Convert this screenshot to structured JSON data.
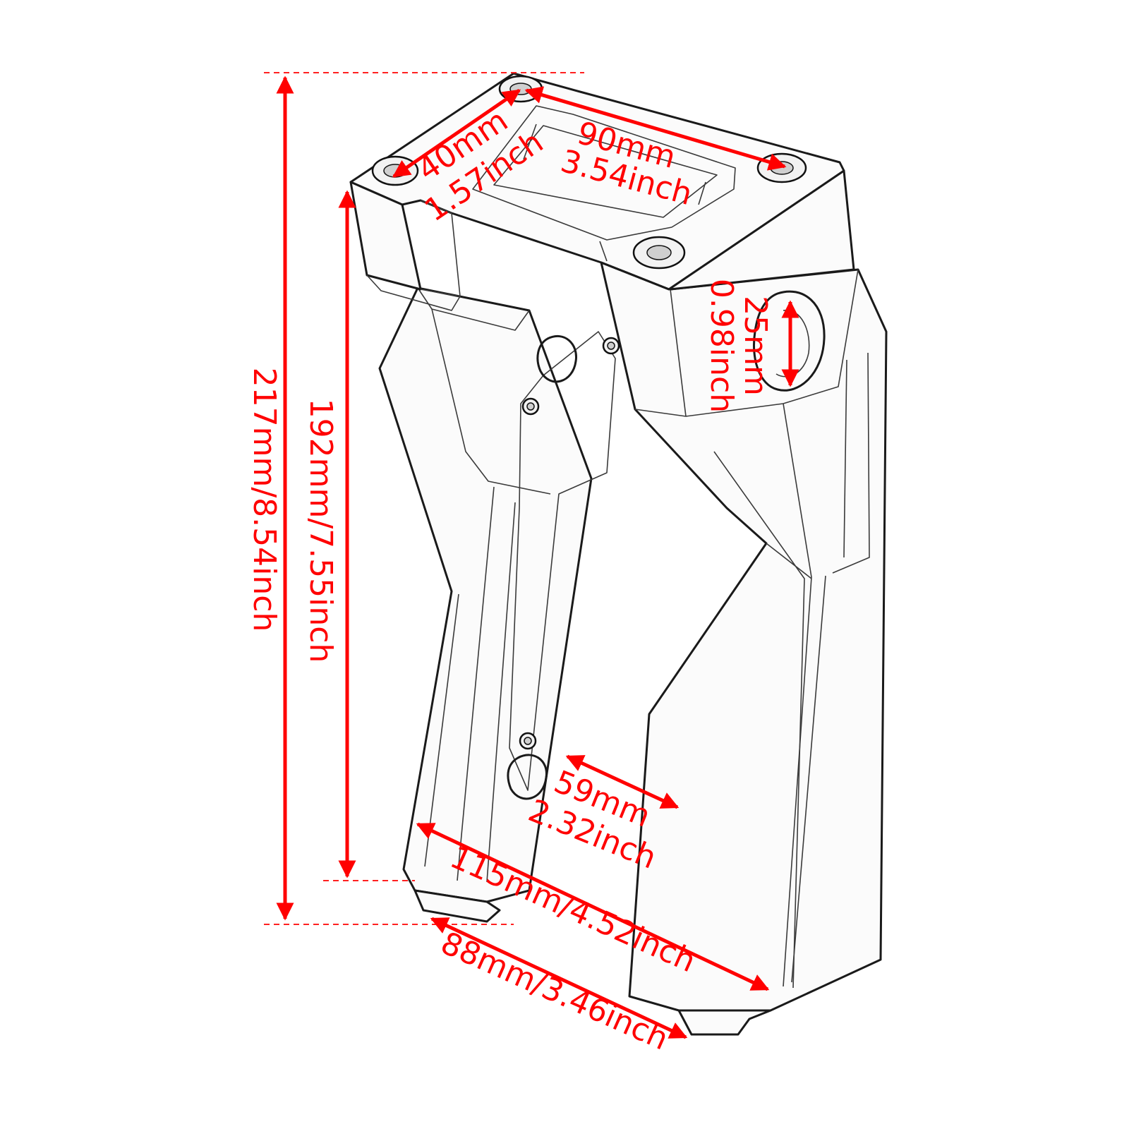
{
  "colors": {
    "dimension": "#ff0000",
    "outline": "#1a1a1a",
    "background": "#ffffff"
  },
  "dimensions": {
    "overall_height": "217mm/8.54inch",
    "riser_height": "192mm/7.55inch",
    "clamp_depth_mm": "40mm",
    "clamp_depth_in": "1.57inch",
    "clamp_width_mm": "90mm",
    "clamp_width_in": "3.54inch",
    "bar_diameter_mm": "25mm",
    "bar_diameter_in": "0.98inch",
    "inner_gap_mm": "59mm",
    "inner_gap_in": "2.32inch",
    "base_width": "115mm/4.52inch",
    "mount_spacing": "88mm/3.46inch"
  }
}
